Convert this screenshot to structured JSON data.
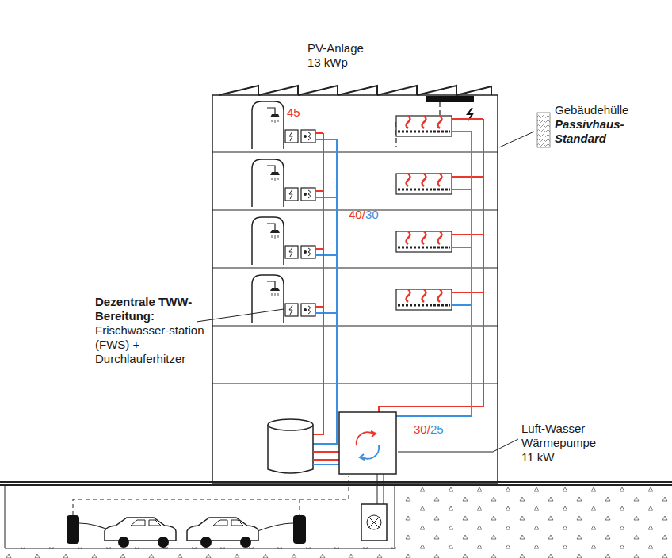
{
  "diagram": {
    "labels": [
      "PV-Anlage",
      "13 kWp",
      "Gebäudehülle",
      "Passivhaus-Standard",
      "45",
      "40/",
      "30",
      "Dezentrale TWW-Bereitung:",
      "Frischwasser-station (FWS) + Durchlauferhitzer",
      "30/",
      "25",
      "Luft-Wasser Wärmepumpe 11 kW"
    ]
  }
}
